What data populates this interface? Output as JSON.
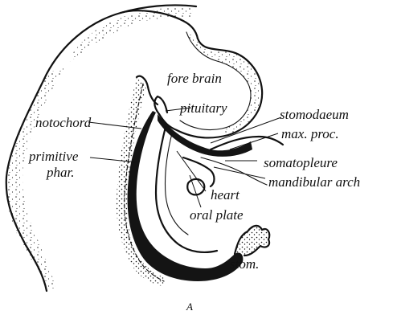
{
  "labels": {
    "fore_brain": "fore brain",
    "pituitary": "pituitary",
    "stomodaeum": "stomodaeum",
    "notochord": "notochord",
    "max_proc": "max. proc.",
    "primitive": "primitive",
    "phar": "phar.",
    "somatopleure": "somatopleure",
    "mandibular_arch": "mandibular arch",
    "heart": "heart",
    "oral_plate": "oral plate",
    "stom": "stom."
  },
  "caption": "A"
}
